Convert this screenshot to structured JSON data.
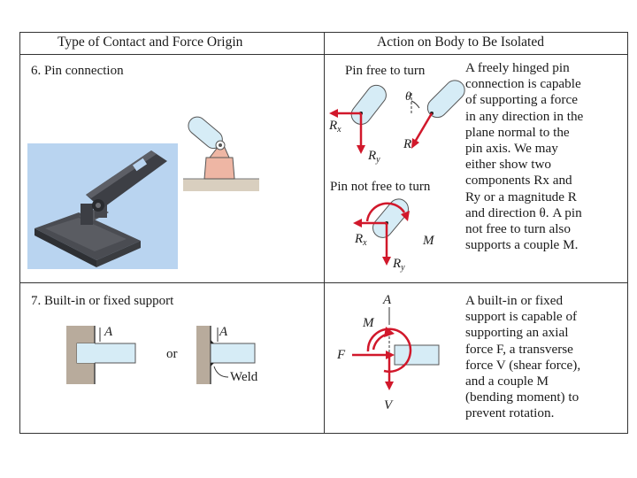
{
  "header": {
    "col1": "Type of Contact and Force Origin",
    "col2": "Action on Body to Be Isolated"
  },
  "row6": {
    "title": "6. Pin connection",
    "free_caption": "Pin free to turn",
    "not_free_caption": "Pin not free to turn",
    "description_lines": [
      "A freely hinged pin",
      "connection is capable",
      "of supporting a force",
      "in any direction in the",
      "plane normal to the",
      "pin axis. We may",
      "either show two",
      "components Rx and",
      "Ry or a magnitude R",
      "and direction θ. A pin",
      "not free to turn also",
      "supports a couple M."
    ],
    "labels": {
      "rx": "R",
      "rx_sub": "x",
      "ry": "R",
      "ry_sub": "y",
      "r": "R",
      "theta": "θ",
      "m": "M",
      "rx2": "R",
      "rx2_sub": "x",
      "ry2": "R",
      "ry2_sub": "y"
    }
  },
  "row7": {
    "title": "7. Built-in or fixed support",
    "or_text": "or",
    "weld_label": "Weld",
    "a_left": "A",
    "a_right": "A",
    "description_lines": [
      "A built-in or fixed",
      "support is capable of",
      "supporting an axial",
      "force F, a transverse",
      "force V (shear force),",
      "and a couple M",
      "(bending moment) to",
      "prevent rotation."
    ],
    "labels": {
      "a": "A",
      "m": "M",
      "f": "F",
      "v": "V"
    }
  },
  "colors": {
    "arrow_red": "#d1182b",
    "member_blue": "#d6ecf6",
    "base_salmon": "#eeb6a4",
    "ground_tan": "#d9cfbf",
    "wall_tan": "#b8ab9c",
    "photo_bg": "#b9d4f0"
  }
}
